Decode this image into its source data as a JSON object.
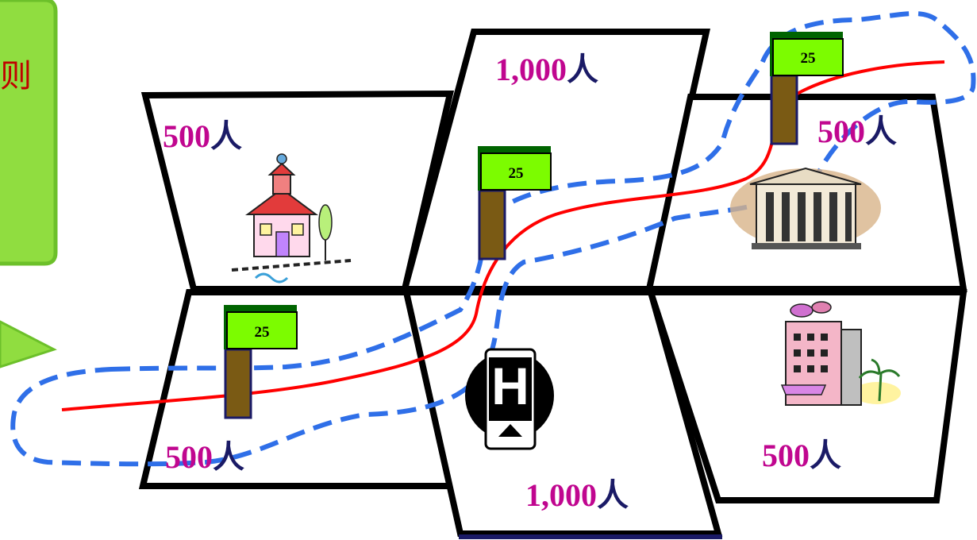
{
  "callout": {
    "text": "则",
    "color": "#c00000",
    "fill": "#90dd40",
    "border": "#6cc02a"
  },
  "regions": [
    {
      "id": "top-left",
      "population": "500",
      "unit": "人",
      "icon": "school-icon"
    },
    {
      "id": "top-middle",
      "population": "1,000",
      "unit": "人",
      "icon": ""
    },
    {
      "id": "top-right",
      "population": "500",
      "unit": "人",
      "icon": "bank-building-icon"
    },
    {
      "id": "bottom-left",
      "population": "500",
      "unit": "人",
      "icon": ""
    },
    {
      "id": "bottom-middle",
      "population": "1,000",
      "unit": "人",
      "icon": "hospital-icon"
    },
    {
      "id": "bottom-right",
      "population": "500",
      "unit": "人",
      "icon": "hotel-icon"
    }
  ],
  "signs": [
    {
      "id": "sign-left",
      "value": "25"
    },
    {
      "id": "sign-middle",
      "value": "25"
    },
    {
      "id": "sign-right",
      "value": "25"
    }
  ],
  "hospital": {
    "letter": "H"
  },
  "colors": {
    "population_number": "#c0068f",
    "population_unit": "#1a1a66",
    "route": "#ff0000",
    "dashed_outline": "#2f6fe8",
    "sign_panel": "#7cfc00",
    "sign_post": "#7a5a14",
    "border": "#000000"
  }
}
